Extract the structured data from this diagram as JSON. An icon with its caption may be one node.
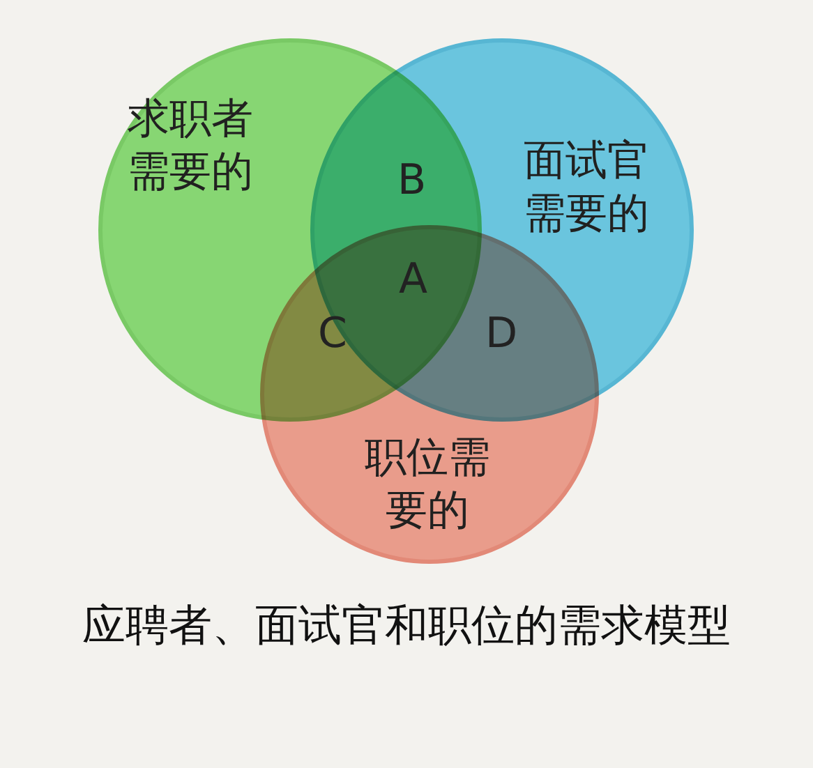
{
  "diagram": {
    "caption": "应聘者、面试官和职位的需求模型",
    "nodes": [
      {
        "text": [
          "求职者需要的"
        ]
      },
      {
        "text": [
          "面试官需要的"
        ]
      },
      {
        "text": [
          "职位需要的"
        ]
      }
    ],
    "labels": [
      "B",
      "A",
      "C",
      "D"
    ]
  }
}
